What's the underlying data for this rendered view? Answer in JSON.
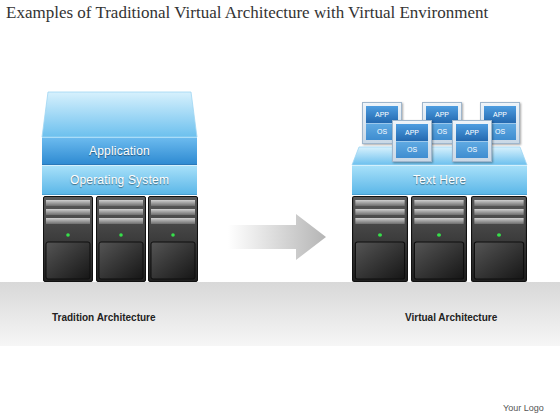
{
  "diagram": {
    "title": "Examples of Traditional Virtual Architecture with Virtual Environment",
    "nodes": [
      {
        "text": [
          "Application"
        ]
      },
      {
        "text": [
          "Operating System"
        ]
      },
      {
        "text": [
          "Text Here"
        ]
      },
      {
        "text": [
          "APP",
          "OS"
        ]
      },
      {
        "text": [
          "APP",
          "OS"
        ]
      },
      {
        "text": [
          "APP",
          "OS"
        ]
      },
      {
        "text": [
          "APP",
          "OS"
        ]
      },
      {
        "text": [
          "APP",
          "OS"
        ]
      }
    ],
    "labels": [
      "Tradition Architecture",
      "Virtual Architecture",
      "Your Logo"
    ]
  }
}
